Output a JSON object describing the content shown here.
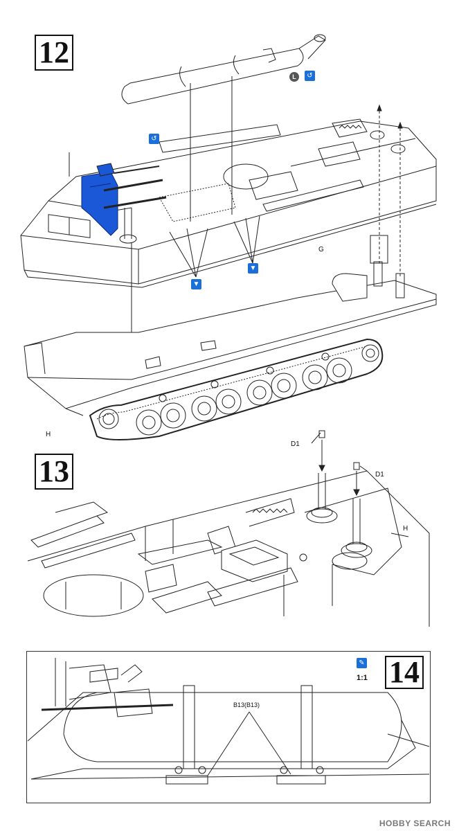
{
  "steps": {
    "s12": "12",
    "s13": "13",
    "s14": "14"
  },
  "labels": {
    "L": "L",
    "G": "G",
    "H_upper": "H",
    "H_lower": "H",
    "D1_a": "D1",
    "D1_b": "D1",
    "B13": "B13(B13)",
    "scale": "1:1"
  },
  "watermark": "HOBBY SEARCH",
  "icons": {
    "glue": "glue-icon",
    "rotate": "rotate-icon",
    "paint": "paint-brush-icon"
  },
  "colors": {
    "accent_blue": "#1a6fd8",
    "line": "#222222"
  }
}
